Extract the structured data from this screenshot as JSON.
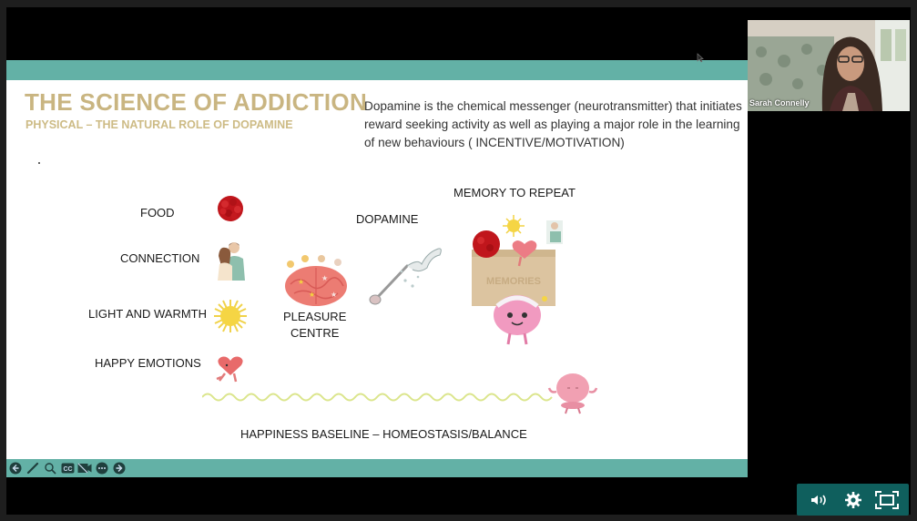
{
  "presenter": {
    "name": "Sarah Connelly"
  },
  "slide": {
    "title": "THE SCIENCE OF ADDICTION",
    "subtitle": "PHYSICAL – THE NATURAL ROLE OF DOPAMINE",
    "description": "Dopamine is the chemical messenger (neurotransmitter) that initiates reward seeking activity as well as playing a major role in the learning of new behaviours ( INCENTIVE/MOTIVATION)",
    "stimuli": [
      {
        "label": "FOOD",
        "icon": "raspberry-icon"
      },
      {
        "label": "CONNECTION",
        "icon": "couple-hug-icon"
      },
      {
        "label": "LIGHT AND WARMTH",
        "icon": "sun-icon"
      },
      {
        "label": "HAPPY EMOTIONS",
        "icon": "heart-character-icon"
      }
    ],
    "pleasure_centre": {
      "line1": "PLEASURE",
      "line2": "CENTRE"
    },
    "dopamine_label": "DOPAMINE",
    "memory_label": "MEMORY TO REPEAT",
    "memory_box_label": "MEMORIES",
    "baseline_label": "HAPPINESS BASELINE – HOMEOSTASIS/BALANCE",
    "colors": {
      "teal_bar": "#63b1a6",
      "title_gold": "#c9b581",
      "wave": "#dbe58c"
    }
  },
  "slide_controls": [
    {
      "name": "previous-slide-button",
      "icon": "arrow-left-circle-icon"
    },
    {
      "name": "pen-tool-button",
      "icon": "pen-icon"
    },
    {
      "name": "zoom-button",
      "icon": "magnifier-icon"
    },
    {
      "name": "captions-button",
      "icon": "cc-icon"
    },
    {
      "name": "camera-toggle-button",
      "icon": "video-off-icon"
    },
    {
      "name": "more-options-button",
      "icon": "ellipsis-icon"
    },
    {
      "name": "next-slide-button",
      "icon": "arrow-right-circle-icon"
    }
  ],
  "player_controls": {
    "volume": "volume-icon",
    "settings": "gear-icon",
    "fullscreen": "fullscreen-icon",
    "background": "#0f5f5d"
  }
}
